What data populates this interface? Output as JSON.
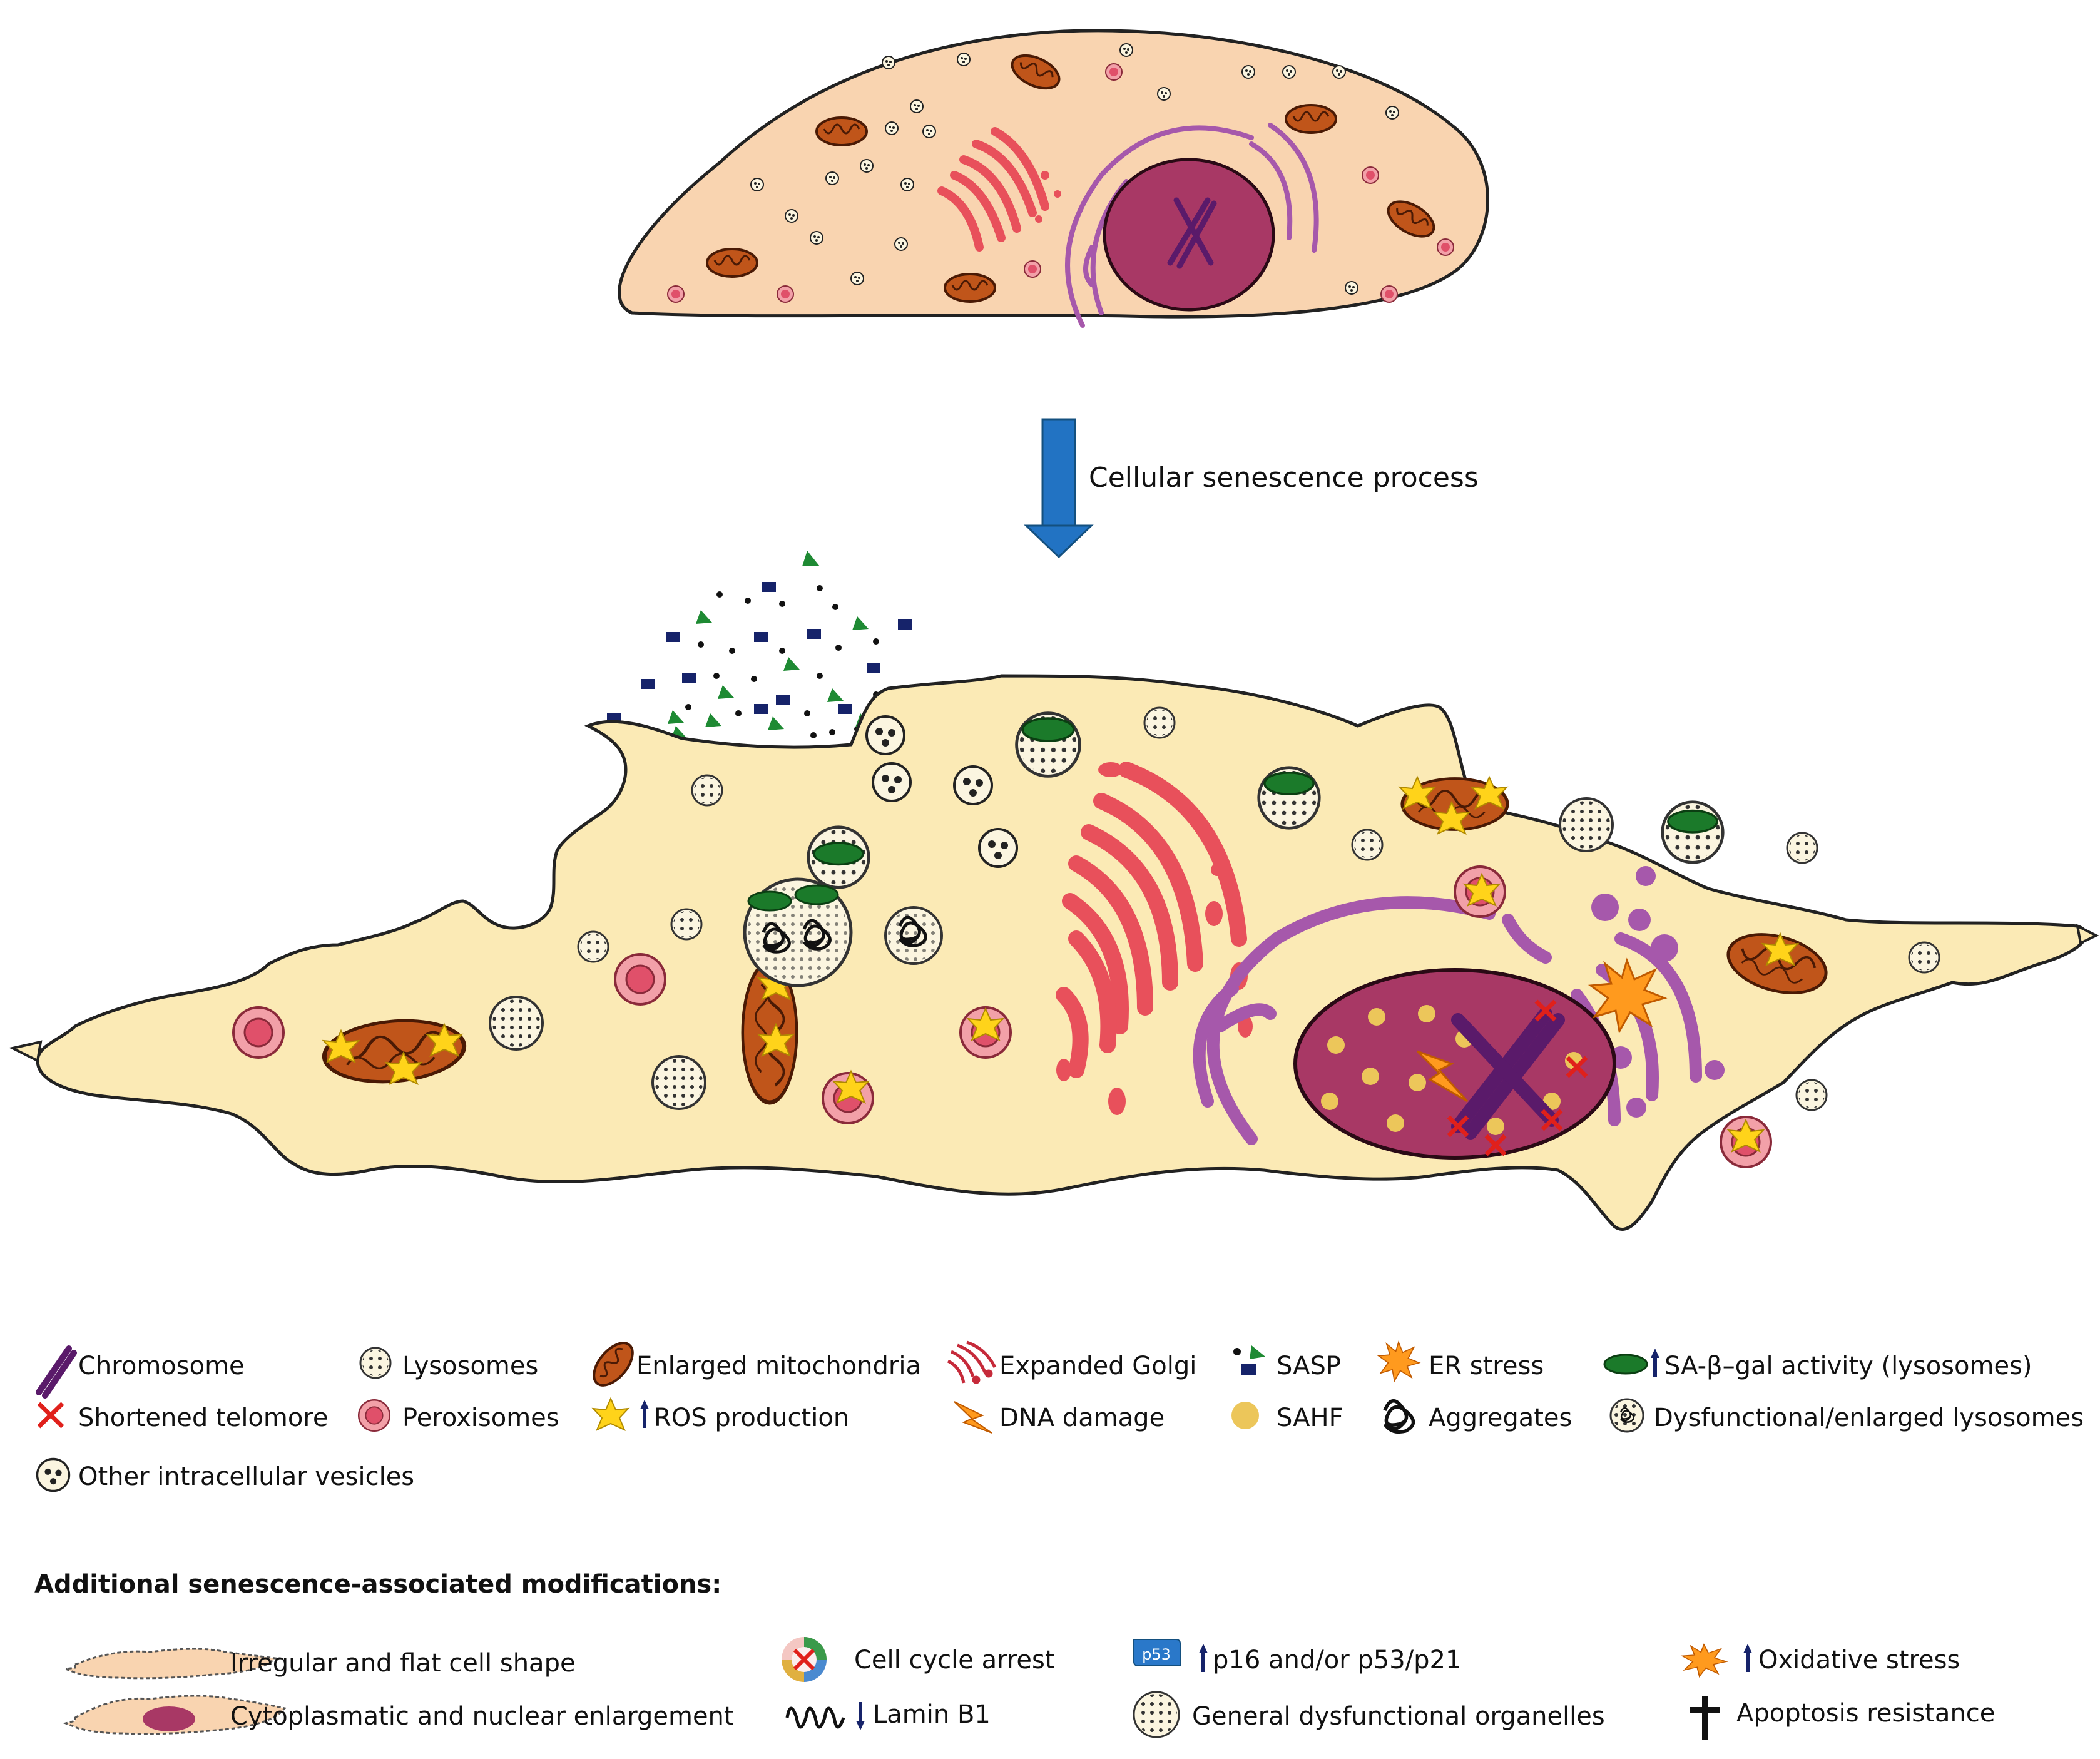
{
  "process_label": "Cellular senescence process",
  "legend": {
    "chromosome": "Chromosome",
    "lysosomes": "Lysosomes",
    "enlarged_mitochondria": "Enlarged mitochondria",
    "expanded_golgi": "Expanded Golgi",
    "sasp": "SASP",
    "er_stress": "ER stress",
    "sa_beta_gal": "SA-β–gal activity (lysosomes)",
    "shortened_telomore": "Shortened telomore",
    "peroxisomes": "Peroxisomes",
    "ros_production": "ROS production",
    "dna_damage": "DNA damage",
    "sahf": "SAHF",
    "aggregates": "Aggregates",
    "dysfunctional_lysosomes": "Dysfunctional/enlarged lysosomes",
    "other_vesicles": "Other intracellular vesicles"
  },
  "additional": {
    "title": "Additional senescence-associated modifications:",
    "irregular_shape": "Irregular and flat cell shape",
    "enlargement": "Cytoplasmatic and nuclear enlargement",
    "cell_cycle_arrest": "Cell cycle arrest",
    "lamin_b1": "Lamin B1",
    "p16_p53": "p16 and/or p53/p21",
    "p53_badge": "p53",
    "dysfunctional_organelles": "General dysfunctional organelles",
    "oxidative_stress": "Oxidative stress",
    "apoptosis_resistance": "Apoptosis resistance"
  },
  "colors": {
    "young_cytoplasm": "#f9d4b0",
    "senescent_cytoplasm": "#fbeab5",
    "nucleus": "#a83865",
    "golgi": "#e8505b",
    "er": "#a658ab",
    "mitochondria": "#c0551a",
    "peroxisome": "#e97a8a",
    "arrow": "#2273c3",
    "ros": "#ffd31a",
    "er_stress": "#ff9a1e",
    "sa_beta_gal": "#1b7a2a",
    "sasp_blue": "#16236a",
    "sasp_green": "#1e8a33",
    "telomere": "#e0201b",
    "sahf": "#ecc65a"
  }
}
